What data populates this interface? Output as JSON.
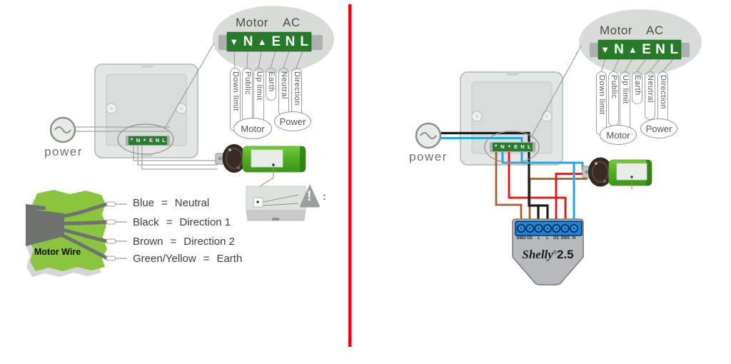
{
  "left": {
    "bubble": {
      "motor": "Motor",
      "ac": "AC"
    },
    "glyphs": [
      "▼",
      "N",
      "▲",
      "E",
      "N",
      "L"
    ],
    "labels": [
      "Down limit",
      "Public",
      "Up limit",
      "Earth",
      "Neutral",
      "Direction"
    ],
    "ovals": {
      "motor": "Motor",
      "power": "Power"
    },
    "power": "power",
    "warning": {
      "glyph": "!",
      "suffix": ":"
    },
    "legend": {
      "title": "Motor Wire",
      "rows": [
        {
          "color": "Blue",
          "eq": "=",
          "meaning": "Neutral"
        },
        {
          "color": "Black",
          "eq": "=",
          "meaning": "Direction 1"
        },
        {
          "color": "Brown",
          "eq": "=",
          "meaning": "Direction 2"
        },
        {
          "color": "Green/Yellow",
          "eq": "=",
          "meaning": "Earth"
        }
      ]
    }
  },
  "right": {
    "bubble": {
      "motor": "Motor",
      "ac": "AC"
    },
    "glyphs": [
      "▼",
      "N",
      "▲",
      "E",
      "N",
      "L"
    ],
    "labels": [
      "Down limit",
      "Public",
      "Up limit",
      "Earth",
      "Neutral",
      "Direction"
    ],
    "ovals": {
      "motor": "Motor",
      "power": "Power"
    },
    "power": "power",
    "shelly": {
      "terminals": [
        "SW2",
        "O2",
        "L",
        "L",
        "O1",
        "SW1",
        "N"
      ],
      "brand": "Shelly",
      "reg": "®",
      "model": "2.5"
    }
  },
  "colors": {
    "divider_red": "#e8000f",
    "wire_blue": "#29a3e8",
    "wire_black": "#1c1c1c",
    "wire_red": "#e01313",
    "wire_brown": "#a95c2d",
    "terminal_green": "#287a2b",
    "motor_green": "#53b024",
    "legend_green": "#8bc53f",
    "shelly_blue": "#1b83d8",
    "shelly_gray": "#b7babc"
  }
}
